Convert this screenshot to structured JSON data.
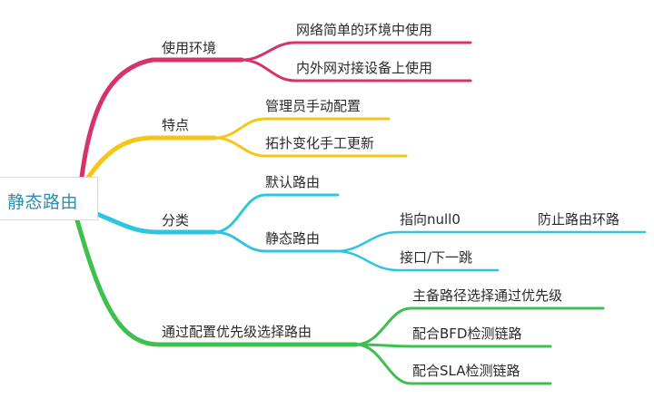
{
  "root": {
    "label": "静态路由"
  },
  "colors": {
    "usage": "#d6336c",
    "features": "#f5c518",
    "category": "#2fc5e0",
    "priority": "#3ec04f"
  },
  "branches": {
    "usage": {
      "label": "使用环境",
      "children": [
        "网络简单的环境中使用",
        "内外网对接设备上使用"
      ]
    },
    "features": {
      "label": "特点",
      "children": [
        "管理员手动配置",
        "拓扑变化手工更新"
      ]
    },
    "category": {
      "label": "分类",
      "default_route": "默认路由",
      "static_route": {
        "label": "静态路由",
        "null0": {
          "label": "指向null0",
          "purpose": "防止路由环路"
        },
        "next_hop": "接口/下一跳"
      }
    },
    "priority": {
      "label": "通过配置优先级选择路由",
      "children": [
        "主备路径选择通过优先级",
        "配合BFD检测链路",
        "配合SLA检测链路"
      ]
    }
  }
}
